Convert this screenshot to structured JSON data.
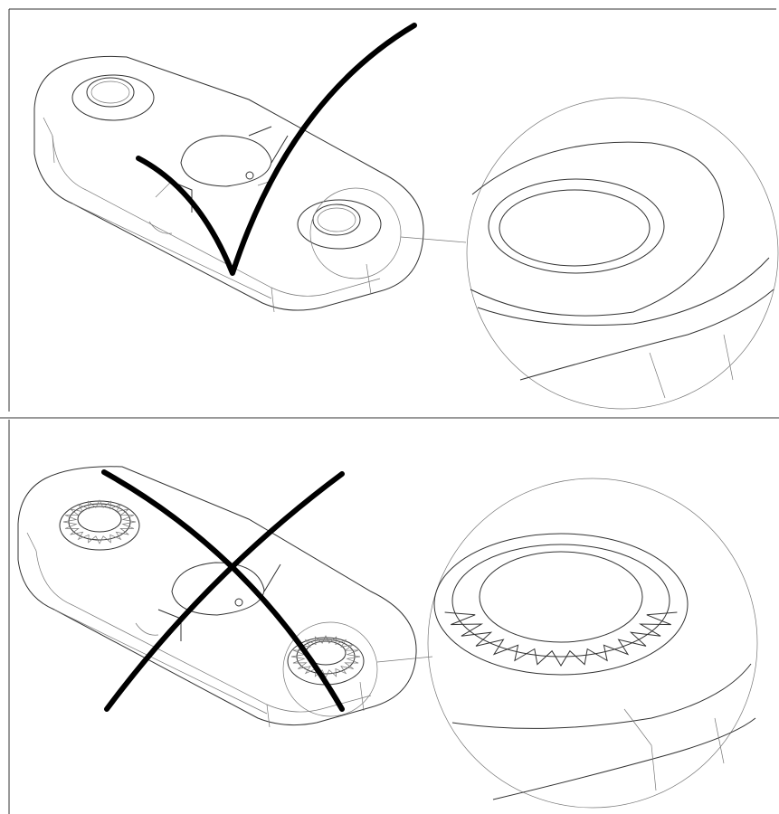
{
  "panels": [
    {
      "name": "correct-design",
      "verdict": "check",
      "boss_style": "plain"
    },
    {
      "name": "incorrect-design",
      "verdict": "cross",
      "boss_style": "serrated"
    }
  ],
  "colors": {
    "line": "#333333",
    "mark": "#000000",
    "background": "#ffffff"
  }
}
